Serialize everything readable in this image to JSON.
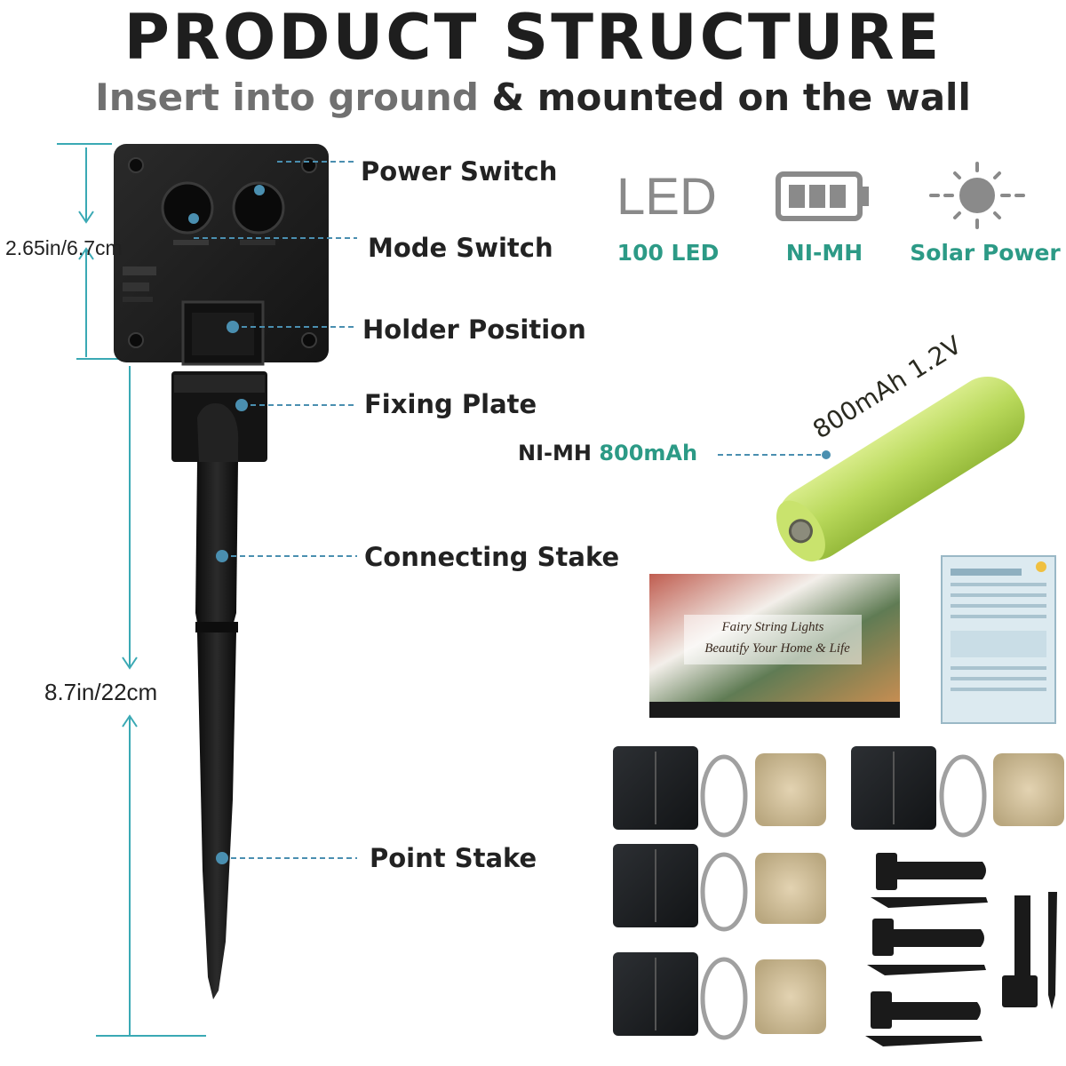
{
  "header": {
    "title": "PRODUCT STRUCTURE",
    "subtitle_part1": "Insert into ground",
    "subtitle_part2": "& mounted on the wall"
  },
  "dimensions": {
    "height_box": "2.65in/6.7cm",
    "height_stake": "8.7in/22cm"
  },
  "parts": {
    "power_switch": "Power Switch",
    "mode_switch": "Mode Switch",
    "holder_position": "Holder Position",
    "fixing_plate": "Fixing Plate",
    "connecting_stake": "Connecting Stake",
    "point_stake": "Point Stake"
  },
  "features": {
    "led_icon_text": "LED",
    "led_label": "100 LED",
    "battery_label": "NI-MH",
    "solar_label": "Solar Power"
  },
  "battery": {
    "type": "NI-MH",
    "capacity": "800mAh",
    "print_text": "800mAh 1.2V"
  },
  "package": {
    "box_line1": "Fairy String Lights",
    "box_line2": "Beautify Your Home & Life"
  },
  "colors": {
    "accent": "#2c9a86",
    "dim_line": "#3aa9b4",
    "leader": "#4a8fb0"
  }
}
